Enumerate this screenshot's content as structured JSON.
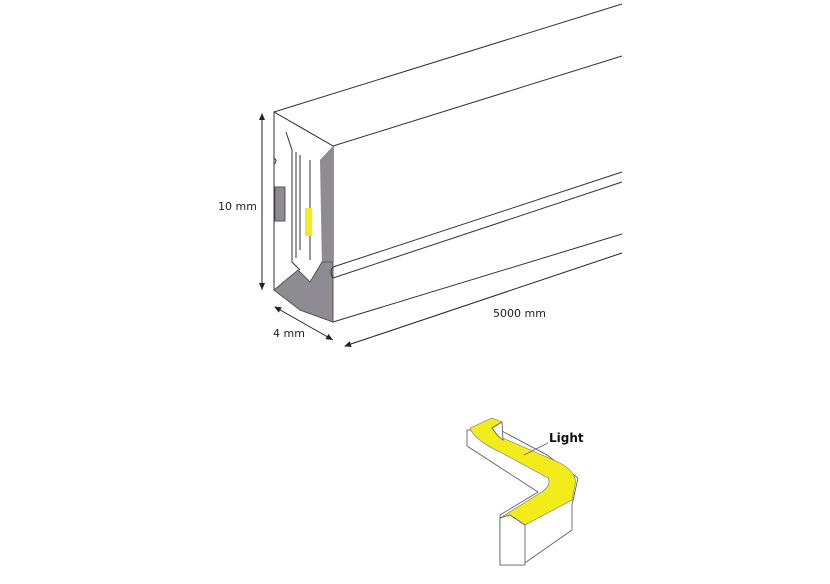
{
  "diagram": {
    "dimensions": {
      "height_label": "10 mm",
      "width_label": "4 mm",
      "length_label": "5000 mm"
    },
    "inset": {
      "light_label": "Light"
    },
    "colors": {
      "profile_grey": "#8e8c92",
      "led_yellow": "#f2ec1a",
      "line": "#333333",
      "background": "#ffffff"
    }
  }
}
